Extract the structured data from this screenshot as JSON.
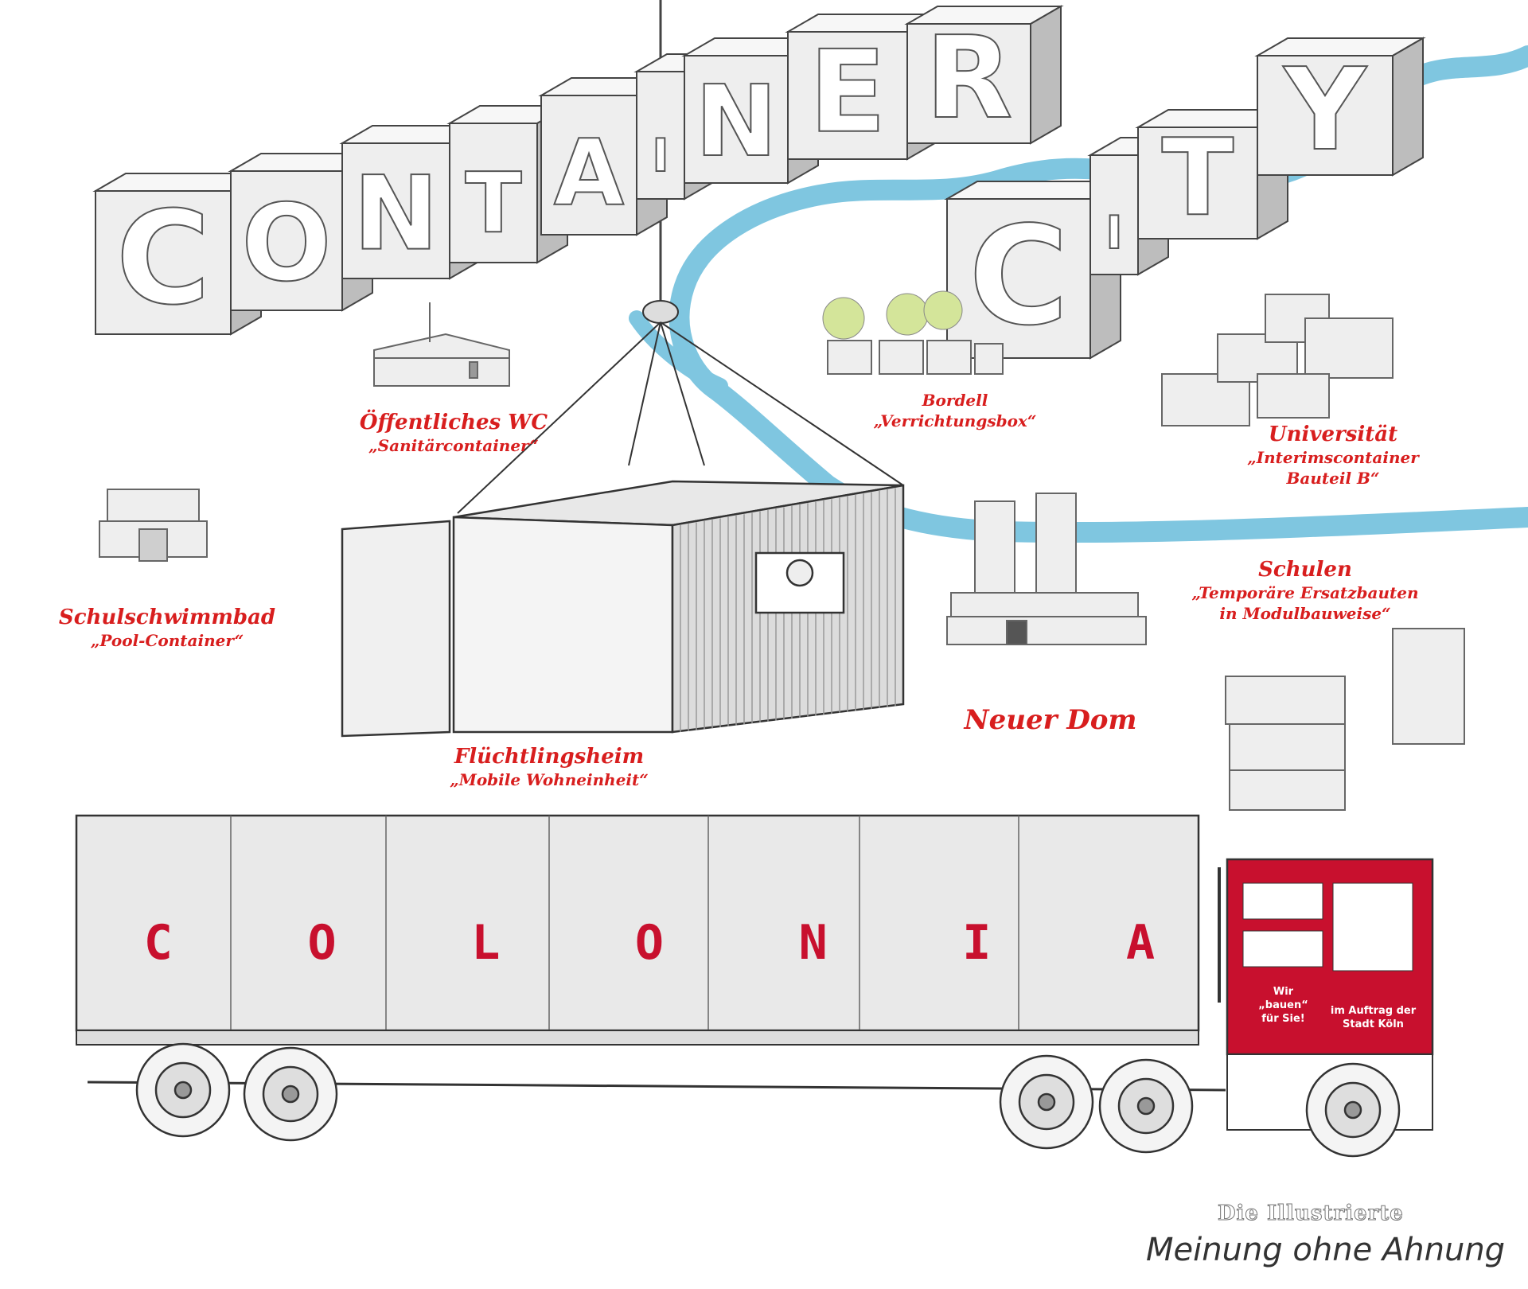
{
  "title": {
    "line1": [
      "C",
      "O",
      "N",
      "T",
      "A",
      "I",
      "N",
      "E",
      "R"
    ],
    "line2": [
      "C",
      "I",
      "T",
      "Y"
    ]
  },
  "labels": {
    "toilet": {
      "title": "Öffentliches WC",
      "subtitle": "„Sanitärcontainer“"
    },
    "brothel": {
      "title": "Bordell",
      "subtitle": "„Verrichtungsbox“"
    },
    "university": {
      "title": "Universität",
      "subtitle_line1": "„Interimscontainer",
      "subtitle_line2": "Bauteil B“"
    },
    "pool": {
      "title": "Schulschwimmbad",
      "subtitle": "„Pool-Container“"
    },
    "schools": {
      "title": "Schulen",
      "subtitle_line1": "„Temporäre Ersatzbauten",
      "subtitle_line2": "in Modulbauweise“"
    },
    "cathedral": {
      "title": "Neuer Dom"
    },
    "refugee": {
      "title": "Flüchtlingsheim",
      "subtitle": "„Mobile Wohneinheit“"
    }
  },
  "truck": {
    "trailer_letters": [
      "C",
      "O",
      "L",
      "O",
      "N",
      "I",
      "A"
    ],
    "door_text": [
      "Wir",
      "„bauen“",
      "für Sie!"
    ],
    "side_text": [
      "im Auftrag der",
      "Stadt Köln"
    ]
  },
  "footer": {
    "magazine": "Die Illustrierte",
    "tagline": "Meinung ohne Ahnung"
  },
  "colors": {
    "accent_red": "#d81e1e",
    "river_blue": "#5bb6d8",
    "cab_red": "#c8102e",
    "block_face": "#f2f2f2",
    "block_side": "#bfbfbf",
    "tree_green": "#d4e59a"
  }
}
